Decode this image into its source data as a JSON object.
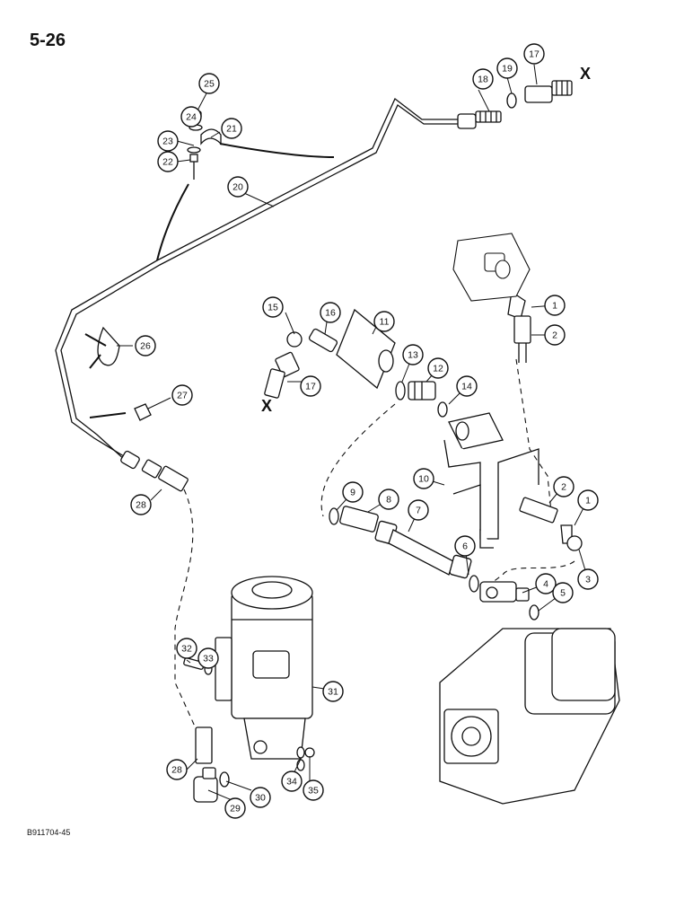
{
  "page_number": "5-26",
  "figure_code": "B911704-45",
  "connection_mark": "X",
  "callouts": [
    {
      "id": "1",
      "label": "1"
    },
    {
      "id": "2",
      "label": "2"
    },
    {
      "id": "3",
      "label": "3"
    },
    {
      "id": "4",
      "label": "4"
    },
    {
      "id": "5",
      "label": "5"
    },
    {
      "id": "6",
      "label": "6"
    },
    {
      "id": "7",
      "label": "7"
    },
    {
      "id": "8",
      "label": "8"
    },
    {
      "id": "9",
      "label": "9"
    },
    {
      "id": "10",
      "label": "10"
    },
    {
      "id": "11",
      "label": "11"
    },
    {
      "id": "12",
      "label": "12"
    },
    {
      "id": "13",
      "label": "13"
    },
    {
      "id": "14",
      "label": "14"
    },
    {
      "id": "15",
      "label": "15"
    },
    {
      "id": "16",
      "label": "16"
    },
    {
      "id": "17",
      "label": "17"
    },
    {
      "id": "18",
      "label": "18"
    },
    {
      "id": "19",
      "label": "19"
    },
    {
      "id": "20",
      "label": "20"
    },
    {
      "id": "21",
      "label": "21"
    },
    {
      "id": "22",
      "label": "22"
    },
    {
      "id": "23",
      "label": "23"
    },
    {
      "id": "24",
      "label": "24"
    },
    {
      "id": "25",
      "label": "25"
    },
    {
      "id": "26",
      "label": "26"
    },
    {
      "id": "27",
      "label": "27"
    },
    {
      "id": "28",
      "label": "28"
    },
    {
      "id": "29",
      "label": "29"
    },
    {
      "id": "30",
      "label": "30"
    },
    {
      "id": "31",
      "label": "31"
    },
    {
      "id": "32",
      "label": "32"
    },
    {
      "id": "33",
      "label": "33"
    },
    {
      "id": "34",
      "label": "34"
    },
    {
      "id": "35",
      "label": "35"
    }
  ]
}
